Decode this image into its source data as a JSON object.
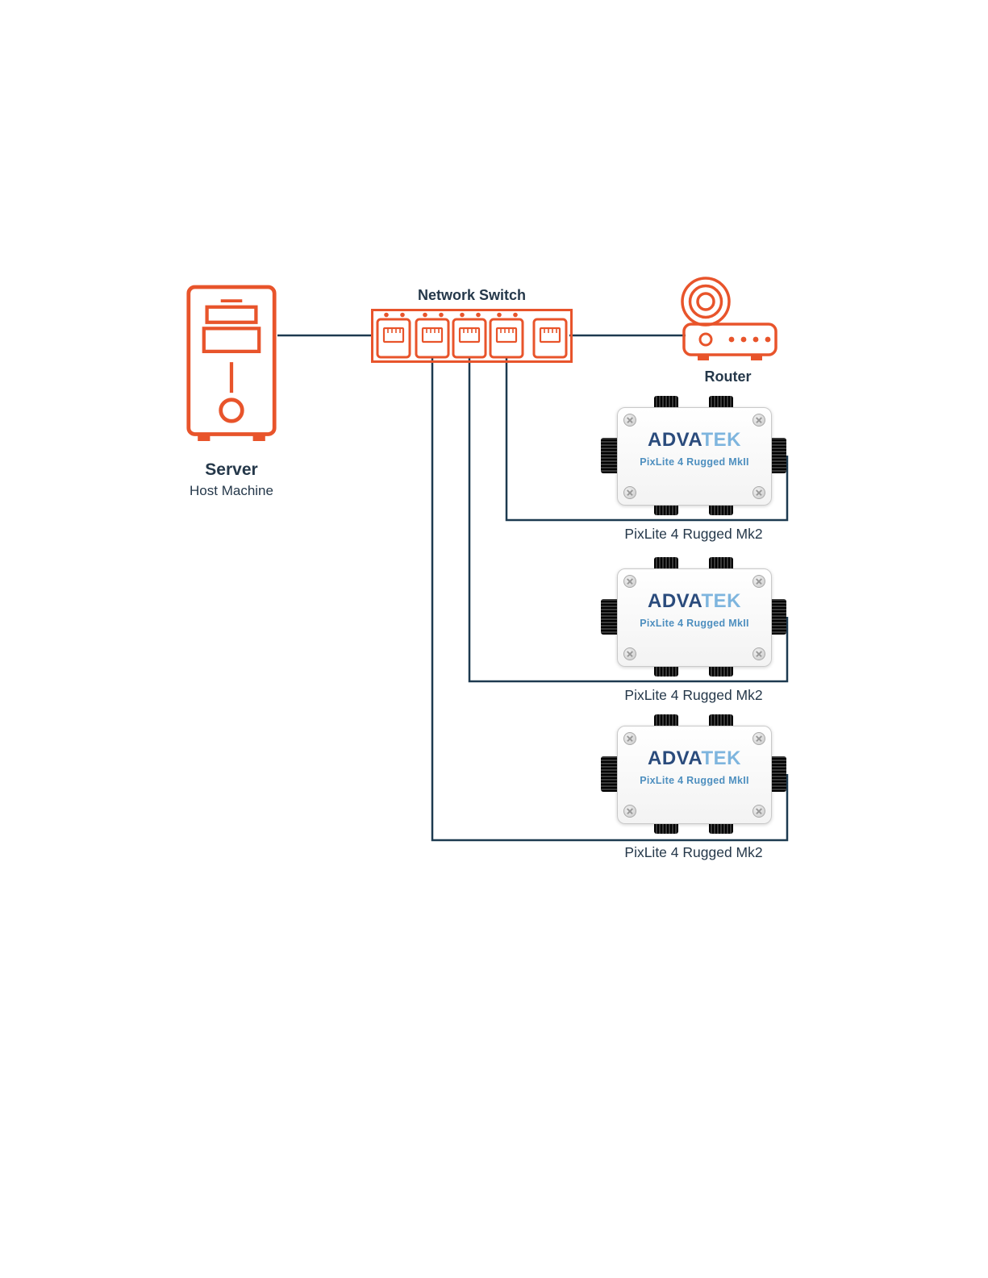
{
  "diagram": {
    "type": "network-topology"
  },
  "colors": {
    "device_outline": "#E8542B",
    "cable": "#1D3A50",
    "label_text": "#25384A",
    "logo_dark": "#2A4B7C",
    "logo_light": "#7EB5DE",
    "model_text": "#4E8FBF"
  },
  "server": {
    "label": "Server",
    "sublabel": "Host Machine"
  },
  "network_switch": {
    "label": "Network Switch",
    "port_count": 5
  },
  "router": {
    "label": "Router"
  },
  "controllers": [
    {
      "brand": "ADVA",
      "brand_accent": "TEK",
      "model": "PixLite 4 Rugged MkII",
      "caption": "PixLite 4 Rugged Mk2"
    },
    {
      "brand": "ADVA",
      "brand_accent": "TEK",
      "model": "PixLite 4 Rugged MkII",
      "caption": "PixLite 4 Rugged Mk2"
    },
    {
      "brand": "ADVA",
      "brand_accent": "TEK",
      "model": "PixLite 4 Rugged MkII",
      "caption": "PixLite 4 Rugged Mk2"
    }
  ]
}
